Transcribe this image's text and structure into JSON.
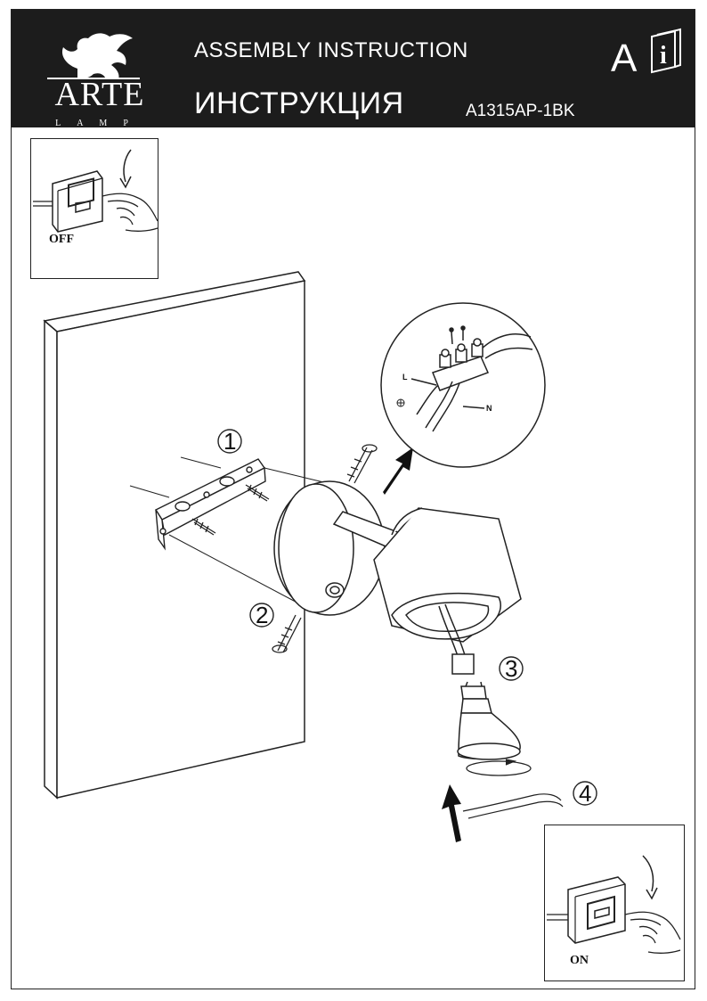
{
  "header": {
    "brand": "ARTE",
    "brand_sub": "LAMP",
    "title_en": "ASSEMBLY INSTRUCTION",
    "title_ru": "ИНСТРУКЦИЯ",
    "model": "A1315AP-1BK",
    "language": "A",
    "info_glyph": "i"
  },
  "switch_off": {
    "label": "OFF"
  },
  "switch_on": {
    "label": "ON"
  },
  "wiring": {
    "live": "L",
    "neutral": "N"
  },
  "steps": [
    "1",
    "2",
    "3",
    "4"
  ],
  "icons": {
    "logo": "griffin-logo-icon",
    "info": "info-book-icon",
    "switch": "wall-switch-icon",
    "hand": "hand-pressing-icon",
    "ground": "ground-symbol-icon"
  }
}
